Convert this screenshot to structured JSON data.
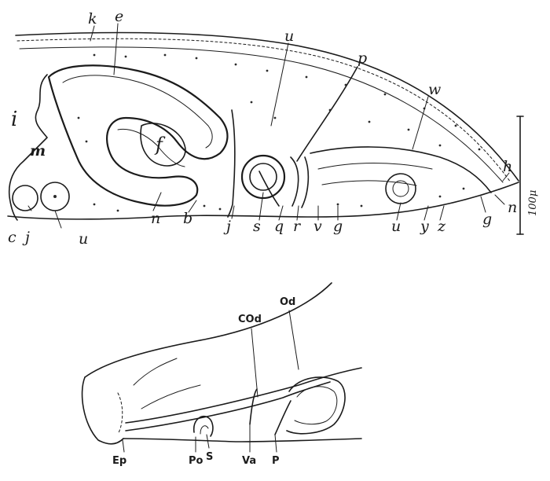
{
  "top_figure": {
    "labels": {
      "k": "k",
      "e": "e",
      "u_top": "u",
      "p": "p",
      "w": "w",
      "i": "i",
      "f": "f",
      "m": "m",
      "h": "h",
      "n_right": "n",
      "g_right": "g",
      "z": "z",
      "y": "y",
      "u_right": "u",
      "g_mid": "g",
      "v": "v",
      "r": "r",
      "q": "q",
      "s": "s",
      "j_mid": "j",
      "b": "b",
      "n_left": "n",
      "u_left": "u",
      "j_left": "j",
      "c": "c"
    },
    "scale_bar": "100μ"
  },
  "bottom_figure": {
    "labels": {
      "COd": "COd",
      "Od": "Od",
      "Ep": "Ep",
      "Po": "Po",
      "S": "S",
      "Va": "Va",
      "P": "P"
    }
  }
}
